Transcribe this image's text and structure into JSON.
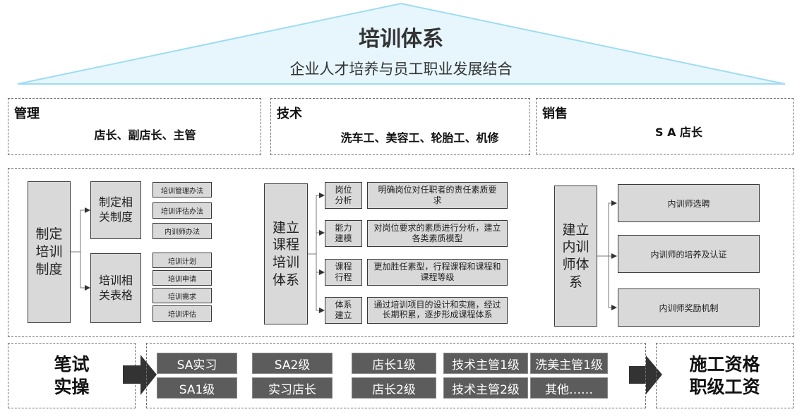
{
  "header": {
    "title": "培训体系",
    "subtitle": "企业人才培养与员工职业发展结合",
    "fill_color": "#e6f6fc",
    "stroke_color": "#9edcf2"
  },
  "categories": [
    {
      "title": "管理",
      "roles": "店长、副店长、主管"
    },
    {
      "title": "技术",
      "roles": "洗车工、美容工、轮胎工、机修"
    },
    {
      "title": "销售",
      "roles": "S A 店长"
    }
  ],
  "system_training": {
    "root": "制定培训制度",
    "branches": [
      {
        "label": "制定相关制度",
        "items": [
          "培训管理办法",
          "培训评估办法",
          "内训师办法"
        ]
      },
      {
        "label": "培训相关表格",
        "items": [
          "培训计划",
          "培训申请",
          "培训需求",
          "培训评估"
        ]
      }
    ]
  },
  "course_training": {
    "root": "建立课程培训体系",
    "steps": [
      {
        "label": "岗位分析",
        "desc": "明确岗位对任职者的责任素质要求"
      },
      {
        "label": "能力建模",
        "desc": "对岗位要求的素质进行分析，建立各类素质模型"
      },
      {
        "label": "课程行程",
        "desc": "更加胜任素型，行程课程和课程和课程等级"
      },
      {
        "label": "体系建立",
        "desc": "通过培训项目的设计和实施，经过长期积累，逐步形成课程体系"
      }
    ]
  },
  "trainer_system": {
    "root": "建立内训师体系",
    "items": [
      "内训师选聘",
      "内训师的培养及认证",
      "内训师奖励机制"
    ]
  },
  "bottom": {
    "left": "笔试实操",
    "levels": [
      [
        "SA实习",
        "SA2级",
        "店长1级",
        "技术主管1级",
        "洗美主管1级"
      ],
      [
        "SA1级",
        "实习店长",
        "店长2级",
        "技术主管2级",
        "其他……"
      ]
    ],
    "right": "施工资格职级工资"
  }
}
